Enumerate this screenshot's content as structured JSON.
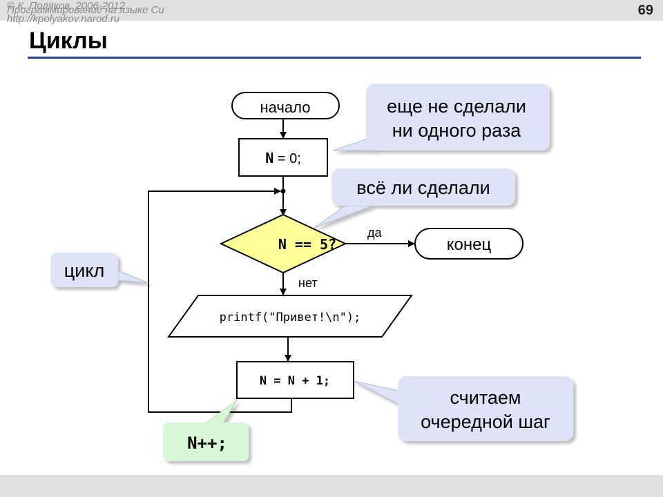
{
  "header": {
    "course": "Программирование на языке Си",
    "page_number": "69"
  },
  "title": "Циклы",
  "flowchart": {
    "start": "начало",
    "init": {
      "var": "N",
      "op": " = ",
      "val": "0;"
    },
    "condition": "N == 5?",
    "yes_label": "да",
    "no_label": "нет",
    "end": "конец",
    "output": "printf(\"Привет!\\n\");",
    "increment": "N = N + 1;"
  },
  "callouts": {
    "not_done": [
      "еще не сделали",
      "ни одного раза"
    ],
    "all_done": "всё ли сделали",
    "loop": "цикл",
    "next_step": [
      "считаем",
      "очередной шаг"
    ],
    "shortcut": "N++;"
  },
  "colors": {
    "decision_fill": "#ffff99",
    "callout_fill": "#dfe3f7",
    "shortcut_fill": "#d7f7d7",
    "title_rule": "#1f3f8f"
  },
  "footer": {
    "copyright": "© К. Поляков, 2006-2012",
    "url": "http://kpolyakov.narod.ru"
  }
}
